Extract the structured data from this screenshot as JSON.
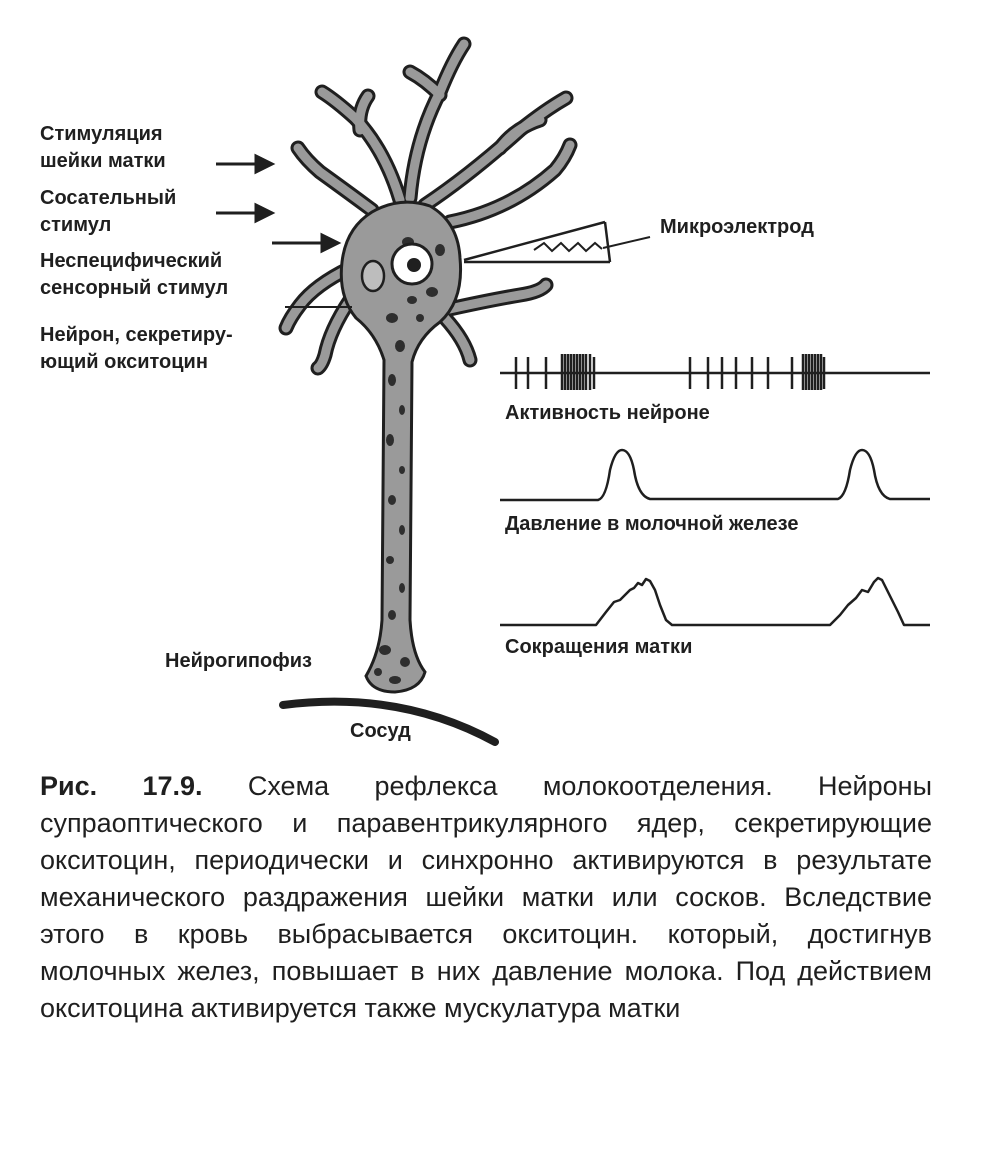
{
  "labels": {
    "cervix_stimulation": [
      "Стимуляция",
      "шейки матки"
    ],
    "suckling_stimulus": [
      "Сосательный",
      "стимул"
    ],
    "nonspecific_stimulus": [
      "Неспецифический",
      "сенсорный стимул"
    ],
    "oxytocin_neuron": [
      "Нейрон, секретиру-",
      "ющий окситоцин"
    ],
    "microelectrode": "Микроэлектрод",
    "neuron_activity": "Активность нейроне",
    "gland_pressure": "Давление в молочной железе",
    "uterine_contractions": "Сокращения матки",
    "neurohypophysis": "Нейрогипофиз",
    "vessel": "Сосуд"
  },
  "caption": {
    "figure_number": "Рис. 17.9.",
    "text": "Схема рефлекса молокоотделения. Нейроны супраоптического и паравентрикулярного ядер, секретирующие окситоцин, периодически и синхронно активируются в результате механического раздражения шейки матки или сосков. Вследствие этого в кровь выбрасывается окситоцин. который, достигнув молочных желез, повышает в них давление молока. Под действием окситоцина активируется также мускулатура матки"
  },
  "colors": {
    "ink": "#1f1f1f",
    "neuron_fill": "#9a9a9a",
    "granule": "#2e2e2e"
  }
}
